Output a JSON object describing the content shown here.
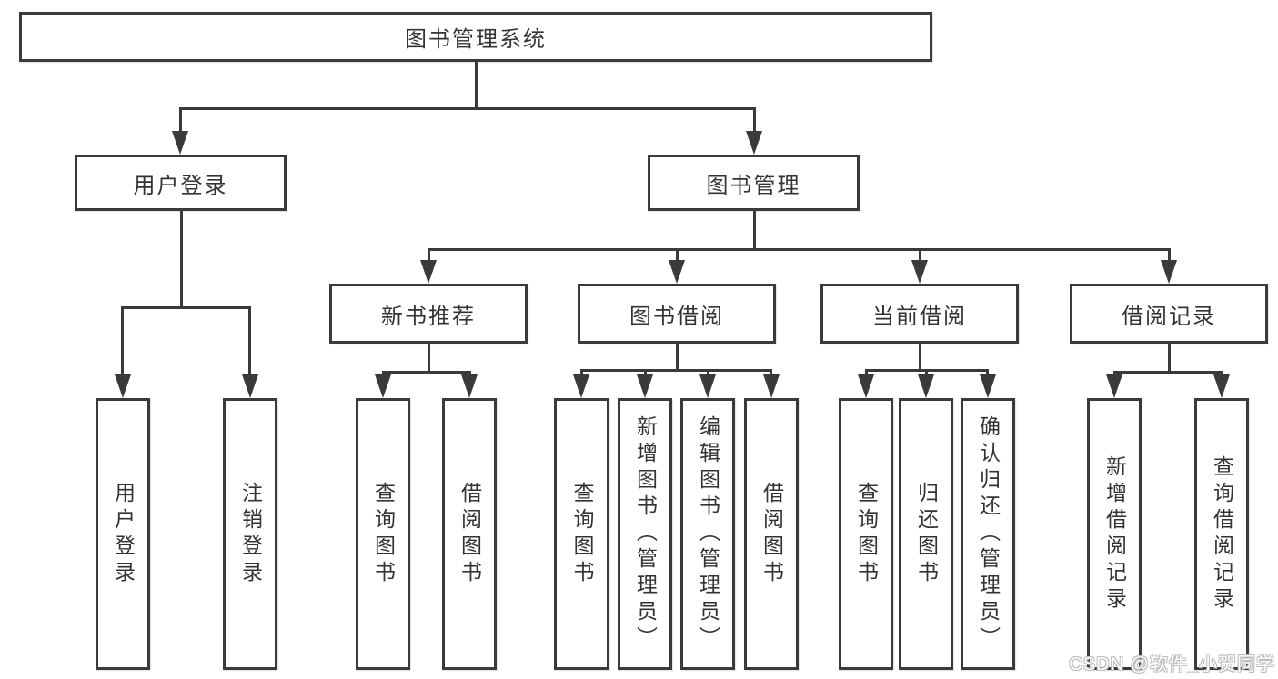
{
  "diagram_title": "图书管理系统",
  "colors": {
    "line": "#3a3a3a",
    "text": "#333333",
    "background": "#ffffff",
    "watermark_fill": "#ffffff",
    "watermark_outline": "#bdbdbd"
  },
  "nodes": {
    "root": "图书管理系统",
    "user_login": "用户登录",
    "book_mgmt": "图书管理",
    "new_book_rec": "新书推荐",
    "book_borrow": "图书借阅",
    "current_borrow": "当前借阅",
    "borrow_record": "借阅记录",
    "leaf_user_login": "用户登录",
    "leaf_logout": "注销登录",
    "leaf_nb_query": "查询图书",
    "leaf_nb_borrow": "借阅图书",
    "leaf_bb_query": "查询图书",
    "leaf_bb_add": "新增图书（管理员）",
    "leaf_bb_edit": "编辑图书（管理员）",
    "leaf_bb_borrow": "借阅图书",
    "leaf_cb_query": "查询图书",
    "leaf_cb_return": "归还图书",
    "leaf_cb_confirm": "确认归还（管理员）",
    "leaf_br_add": "新增借阅记录",
    "leaf_br_query": "查询借阅记录"
  },
  "watermark": "CSDN @软件_小贺同学"
}
